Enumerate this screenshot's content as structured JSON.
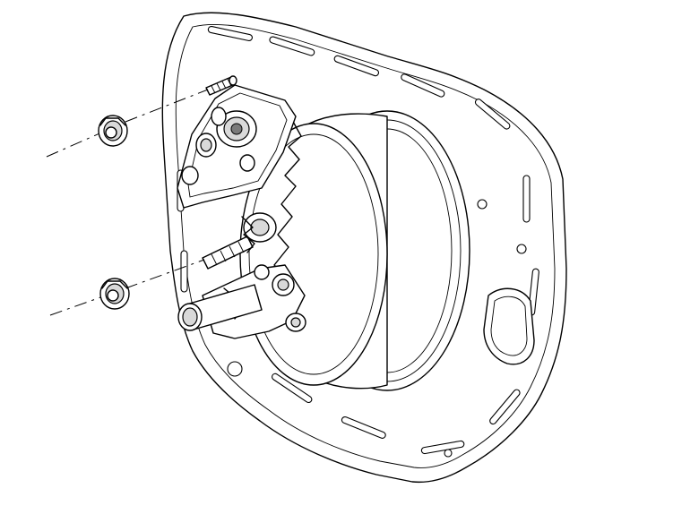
{
  "figure": {
    "kind": "technical line illustration",
    "components": [
      "mounting-plate",
      "brake-booster",
      "master-cylinder-bracket",
      "mounting-stud-upper",
      "mounting-stud-lower",
      "flange-nut-upper",
      "flange-nut-lower",
      "pushrod"
    ],
    "colors": {
      "line": "#000000",
      "shade": "#d9d9d9",
      "dark": "#7a7a7a",
      "background": "#ffffff"
    }
  }
}
